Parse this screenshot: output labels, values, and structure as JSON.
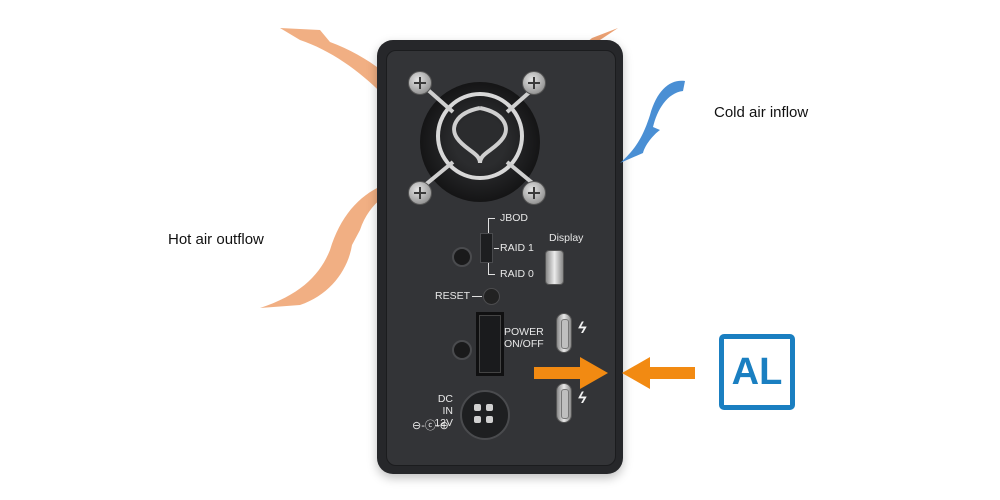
{
  "labels": {
    "hot_air": "Hot air outflow",
    "cold_air": "Cold air inflow"
  },
  "panel": {
    "switch_options": [
      "JBOD",
      "RAID 1",
      "RAID 0"
    ],
    "display_label": "Display",
    "reset_label": "RESET",
    "power_label_1": "POWER",
    "power_label_2": "ON/OFF",
    "dc_label_1": "DC IN",
    "dc_label_2": "12V",
    "polarity_symbol": "⊖-ⓒ-⊕"
  },
  "badge": {
    "text": "AL",
    "color": "#1a7fc1"
  },
  "colors": {
    "hot_air": "#f0a878",
    "cold_air": "#4a8fd4",
    "arrow": "#f28a12",
    "device": "#26272a"
  },
  "icons": {
    "thunderbolt": "⚡"
  }
}
